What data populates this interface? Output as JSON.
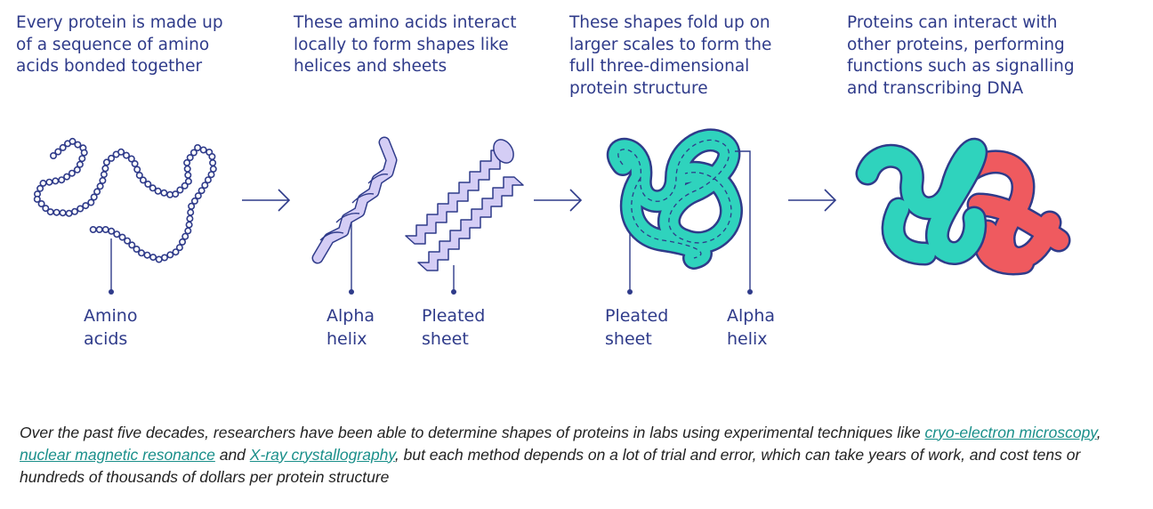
{
  "steps": [
    {
      "caption": "Every protein is made up\nof a sequence of amino\nacids bonded together"
    },
    {
      "caption": "These amino acids interact\nlocally to form shapes like\nhelices and sheets"
    },
    {
      "caption": "These shapes fold up on\nlarger scales to form the\nfull three-dimensional\nprotein structure"
    },
    {
      "caption": "Proteins can interact with\nother proteins, performing\nfunctions such as signalling\nand transcribing DNA"
    }
  ],
  "labels": {
    "amino_acids": "Amino\nacids",
    "alpha_helix_1": "Alpha\nhelix",
    "pleated_sheet_1": "Pleated\nsheet",
    "pleated_sheet_2": "Pleated\nsheet",
    "alpha_helix_2": "Alpha\nhelix"
  },
  "footer": {
    "text_1": "Over the past five decades, researchers have been able to determine shapes of proteins in labs using experimental techniques like ",
    "link_1": "cryo-electron microscopy",
    "text_2": ", ",
    "link_2": "nuclear magnetic resonance",
    "text_3": " and ",
    "link_3": "X-ray crystallography",
    "text_4": ", but each method depends on a lot of trial and error, which can take years of work, and cost tens or hundreds of thousands of dollars per protein structure"
  },
  "colors": {
    "navy": "#2f3b8a",
    "lavender": "#d4cdf5",
    "teal": "#2fd3bd",
    "coral": "#ef5a5f"
  }
}
